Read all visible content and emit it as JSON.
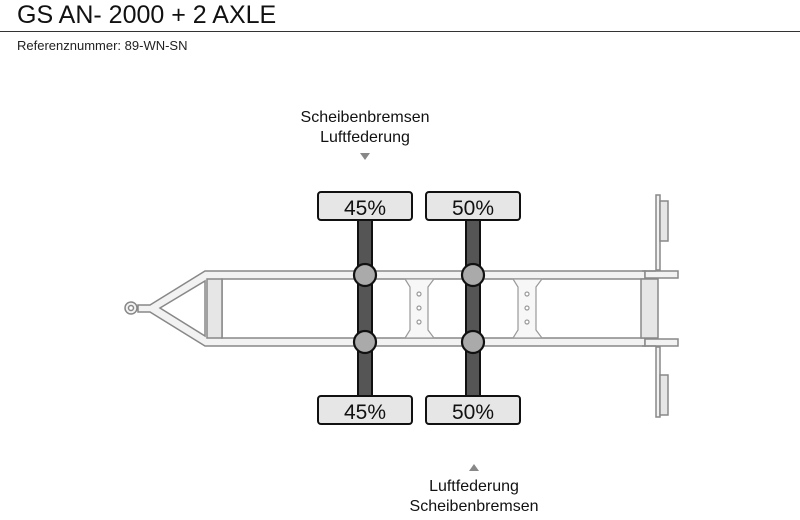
{
  "header": {
    "title": "GS AN- 2000 + 2 AXLE",
    "reference": "Referenznummer: 89-WN-SN"
  },
  "diagram": {
    "top_annotation": {
      "line1": "Scheibenbremsen",
      "line2": "Luftfederung",
      "marker": "triangle-down"
    },
    "bottom_annotation": {
      "line1": "Luftfederung",
      "line2": "Scheibenbremsen",
      "marker": "triangle-up"
    },
    "axles": [
      {
        "index": 1,
        "top_pct": "45%",
        "bottom_pct": "45%"
      },
      {
        "index": 2,
        "top_pct": "50%",
        "bottom_pct": "50%"
      }
    ],
    "colors": {
      "frame_fill": "#f2f2f2",
      "frame_stroke": "#888888",
      "axle": "#555555",
      "hub": "#aaaaaa",
      "tire_fill": "#e6e6e6"
    }
  }
}
